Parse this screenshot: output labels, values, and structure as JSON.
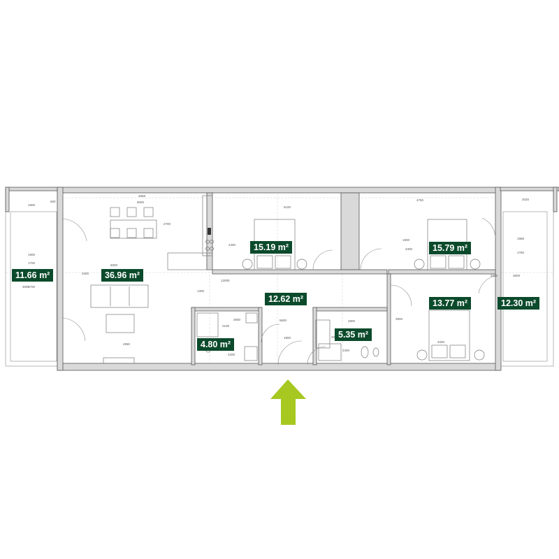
{
  "rooms": [
    {
      "id": "terrace-left",
      "area": "11.66 m²"
    },
    {
      "id": "living-kitchen",
      "area": "36.96 m²"
    },
    {
      "id": "bedroom-1",
      "area": "15.19 m²"
    },
    {
      "id": "bedroom-2",
      "area": "15.79 m²"
    },
    {
      "id": "hallway",
      "area": "12.62 m²"
    },
    {
      "id": "bedroom-3",
      "area": "13.77 m²"
    },
    {
      "id": "terrace-right",
      "area": "12.30 m²"
    },
    {
      "id": "bathroom-1",
      "area": "4.80 m²"
    },
    {
      "id": "bathroom-2",
      "area": "5.35 m²"
    }
  ],
  "dimensions": [
    "4858",
    "1900",
    "600",
    "8000",
    "2700",
    "2400",
    "5100",
    "4750",
    "2025",
    "1900",
    "1700",
    "6000",
    "3400",
    "1300",
    "12000",
    "4950",
    "3000",
    "1900",
    "1700",
    "3400",
    "2800",
    "3900",
    "3600",
    "4000",
    "5600",
    "2650",
    "2100",
    "3600",
    "1900",
    "2200",
    "2400",
    "2000",
    "1986",
    "1760",
    "3400"
  ],
  "colors": {
    "label_bg": "#0b4a2b",
    "label_text": "#ffffff",
    "entrance_arrow": "#a6c820",
    "wall": "#d9d9d9"
  },
  "entrance": {
    "icon": "entrance-arrow-icon"
  }
}
